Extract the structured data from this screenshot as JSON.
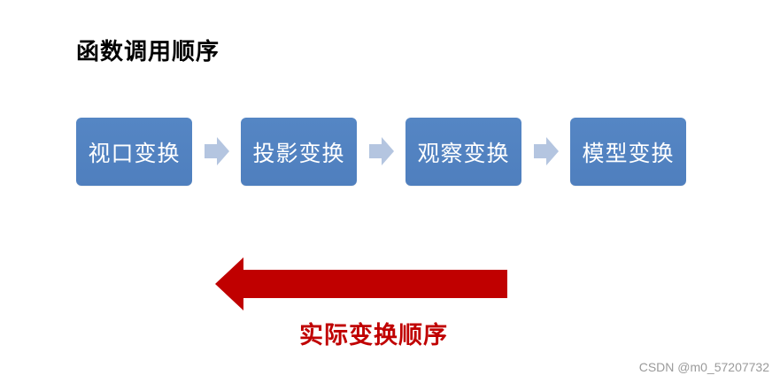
{
  "title": "函数调用顺序",
  "steps": [
    {
      "label": "视口变换"
    },
    {
      "label": "投影变换"
    },
    {
      "label": "观察变换"
    },
    {
      "label": "模型变换"
    }
  ],
  "caption": "实际变换顺序",
  "watermark": "CSDN @m0_57207732",
  "colors": {
    "box": "#4f81bd",
    "small_arrow": "#b4c5e0",
    "big_arrow": "#c00000",
    "caption": "#c00000"
  }
}
